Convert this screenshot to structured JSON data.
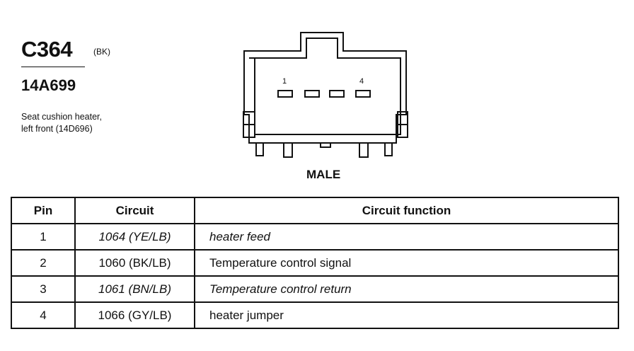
{
  "connector": {
    "id": "C364",
    "color": "(BK)",
    "part_number": "14A699",
    "description_lines": [
      "Seat cushion heater,",
      "left front (14D696)"
    ],
    "gender": "MALE",
    "pin_labels": [
      "1",
      "4"
    ]
  },
  "table": {
    "headers": [
      "Pin",
      "Circuit",
      "Circuit function"
    ],
    "rows": [
      {
        "pin": "1",
        "circuit": "1064 (YE/LB)",
        "function": "heater feed"
      },
      {
        "pin": "2",
        "circuit": "1060 (BK/LB)",
        "function": "Temperature control signal"
      },
      {
        "pin": "3",
        "circuit": "1061 (BN/LB)",
        "function": "Temperature control return"
      },
      {
        "pin": "4",
        "circuit": "1066 (GY/LB)",
        "function": "heater jumper"
      }
    ]
  }
}
